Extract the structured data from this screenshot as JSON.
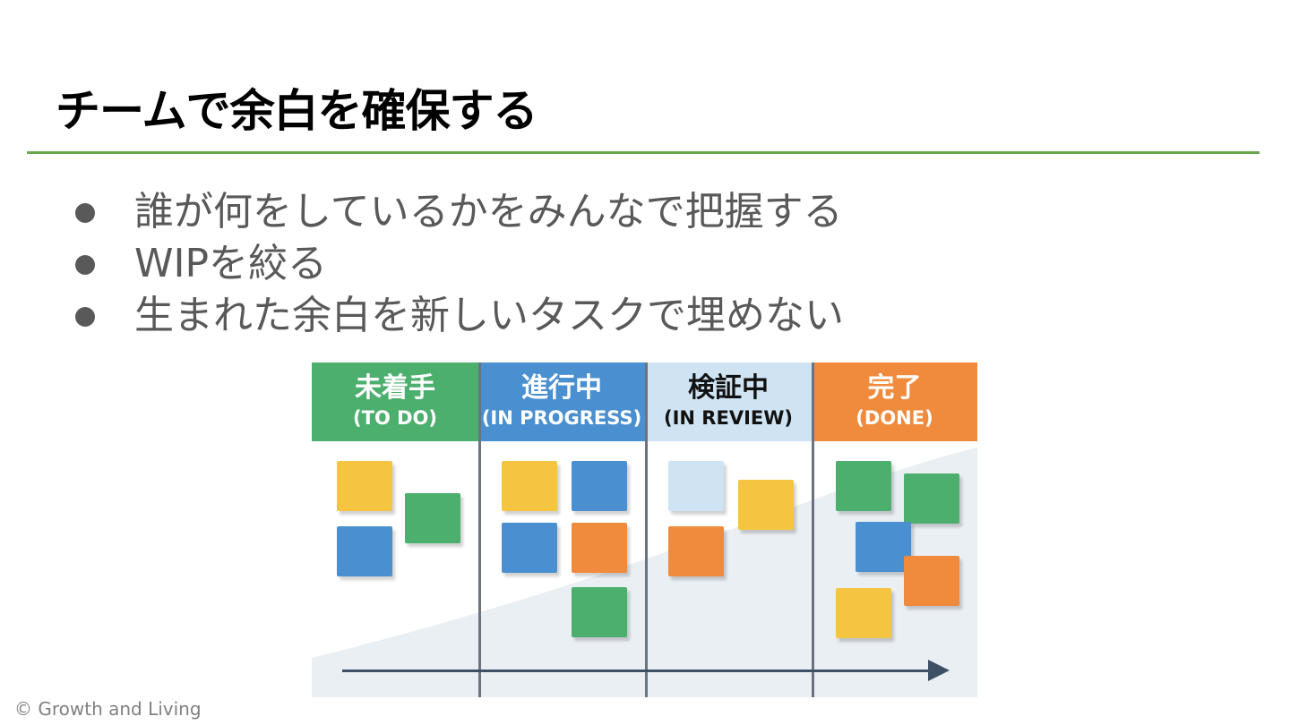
{
  "slide": {
    "title": "チームで余白を確保する",
    "bullets": [
      "誰が何をしているかをみんなで把握する",
      "WIPを絞る",
      "生まれた余白を新しいタスクで埋めない"
    ],
    "footer": "© Growth and Living"
  },
  "kanban": {
    "columns": [
      {
        "title": "未着手",
        "subtitle": "(TO DO)",
        "color": "#4caf6e",
        "text_color": "#ffffff"
      },
      {
        "title": "進行中",
        "subtitle": "(IN PROGRESS)",
        "color": "#4a90d0",
        "text_color": "#ffffff"
      },
      {
        "title": "検証中",
        "subtitle": "(IN REVIEW)",
        "color": "#cfe3f2",
        "text_color": "#111111"
      },
      {
        "title": "完了",
        "subtitle": "(DONE)",
        "color": "#f08a3c",
        "text_color": "#ffffff"
      }
    ],
    "note_colors": {
      "yellow": "#f5c542",
      "green": "#4caf6e",
      "blue": "#4a90d0",
      "orange": "#f08a3c",
      "light_blue": "#cfe3f2"
    },
    "accent_line": "#6aa84f"
  }
}
